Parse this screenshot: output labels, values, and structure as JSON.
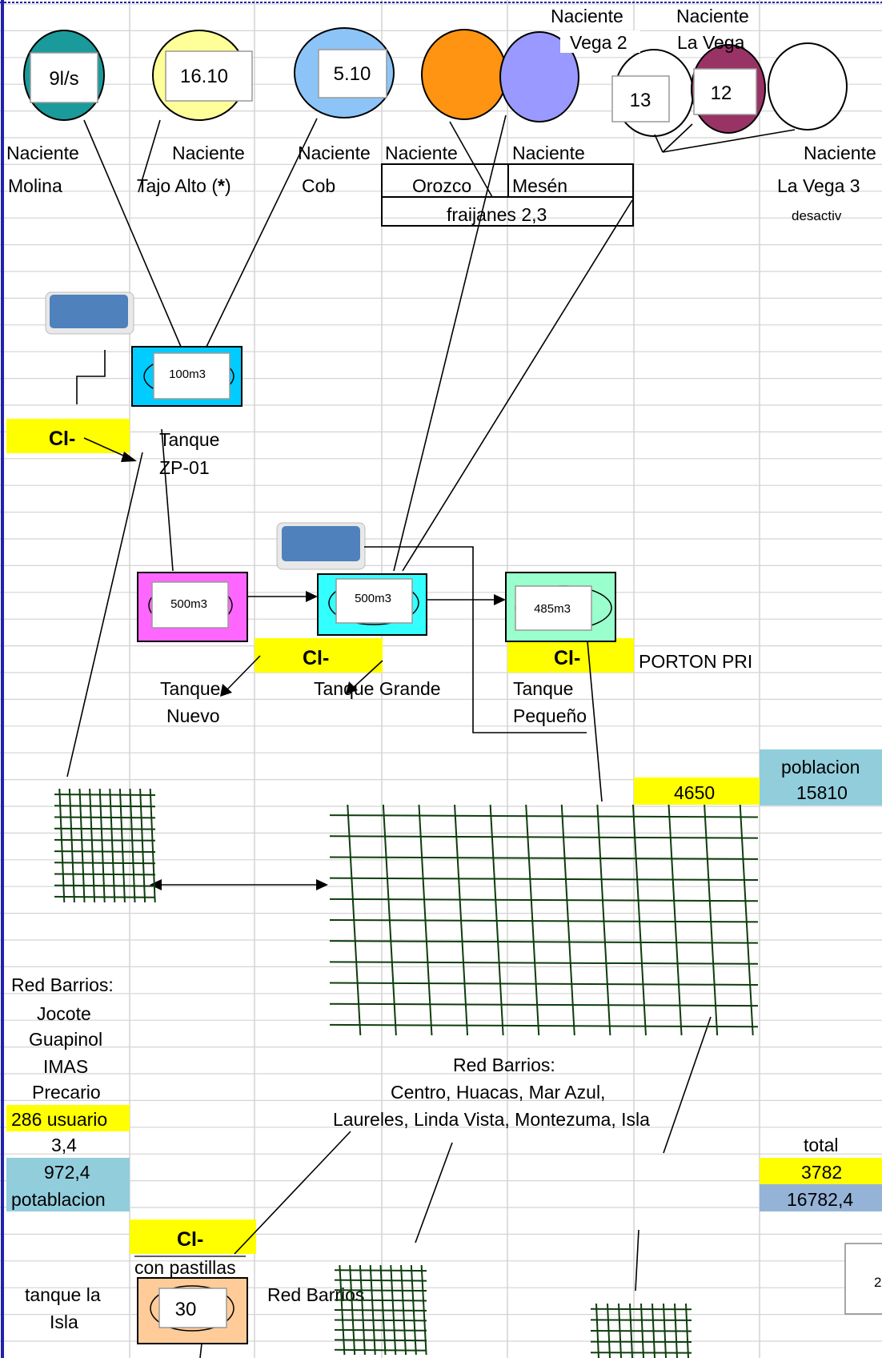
{
  "springs": {
    "molina": {
      "value": "9l/s",
      "label1": "Naciente",
      "label2": "Molina",
      "color": "#1a9a9a"
    },
    "tajo_alto": {
      "value": "16.10",
      "label1": "Naciente",
      "label2": "Tajo Alto (",
      "star": "*",
      "label2_end": ")",
      "color": "#ffff99"
    },
    "cob": {
      "value": "5.10",
      "label1": "Naciente",
      "label2": "Cob",
      "color": "#8cc4f8"
    },
    "orozco": {
      "label1": "Naciente",
      "label2": "Orozco",
      "color": "#ff9312"
    },
    "mesen": {
      "label1": "Naciente",
      "label2": "Mesén",
      "color": "#9999ff"
    },
    "vega2": {
      "label1": "Naciente",
      "label2": "Vega 2",
      "value": "13"
    },
    "la_vega": {
      "label1": "Naciente",
      "label2": "La Vega",
      "value": "12",
      "color": "#993366"
    },
    "vega3": {
      "label1": "Naciente",
      "label2": "La Vega 3",
      "status": "desactiv"
    }
  },
  "fraijanes": {
    "text": "fraijanes  2,3"
  },
  "tanks": {
    "zp01": {
      "volume": "100m3",
      "label1": "Tanque",
      "label2": "ZP-01",
      "color": "#00ccff"
    },
    "nuevo": {
      "volume": "500m3",
      "label1": "Tanque",
      "label2": "Nuevo",
      "color": "#ff66ff"
    },
    "grande": {
      "volume": "500m3",
      "label": "Tanque Grande",
      "color": "#33ffff"
    },
    "pequeno": {
      "volume": "485m3",
      "label1": "Tanque",
      "label2": "Pequeño",
      "color": "#99ffcc"
    },
    "isla": {
      "volume": "30",
      "label1": "tanque la",
      "label2": "Isla",
      "color": "#ffcc99"
    }
  },
  "chlorine": {
    "label": "Cl-",
    "extra": "con pastillas",
    "color": "#ffff00"
  },
  "porton": "PORTON PRI",
  "stats": {
    "value_4650": "4650",
    "poblacion_label": "poblacion",
    "poblacion": "15810",
    "total_label": "total",
    "total_1": "3782",
    "total_2": "16782,4"
  },
  "red_left": {
    "title": "Red Barrios:",
    "items": [
      "Jocote",
      "Guapinol",
      "IMAS",
      "Precario"
    ],
    "users": "286 usuario",
    "factor": "3,4",
    "pop": "972,4",
    "pop_label": "potablacion"
  },
  "red_center": {
    "title": "Red Barrios:",
    "line1": "Centro, Huacas, Mar Azul,",
    "line2": "Laureles, Linda Vista, Montezuma, Isla"
  },
  "red_bottom": "Red Barrios",
  "partial_box": "2",
  "colors": {
    "yellow": "#ffff00",
    "lightblue": "#92cddc",
    "steelblue": "#95b3d7",
    "button": "#4f81bd"
  }
}
